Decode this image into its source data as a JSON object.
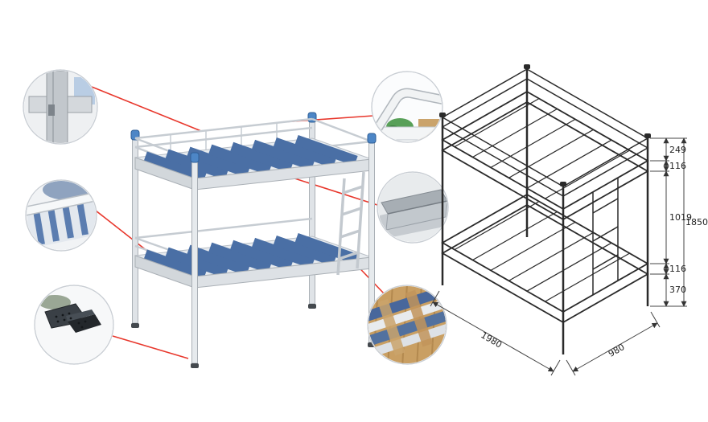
{
  "product": {
    "name": "metal-bunk-bed"
  },
  "colors": {
    "callout_line": "#e8372c",
    "frame_light": "#e9ecef",
    "frame_shadow": "#d3d8dc",
    "cap_blue": "#4d86c6",
    "slat_blue": "#4a6fa5",
    "wireframe": "#2a2a2a",
    "wood": "#c99f63"
  },
  "callouts": [
    {
      "name": "frame-joint-detail"
    },
    {
      "name": "corner-slat-detail"
    },
    {
      "name": "plastic-foot-detail"
    },
    {
      "name": "guardrail-bend-detail"
    },
    {
      "name": "ladder-bracket-detail"
    },
    {
      "name": "woven-slat-detail"
    }
  ],
  "dimensions": {
    "length": "1980",
    "width": "980",
    "total_height": "1850",
    "guardrail_height": "249",
    "upper_frame_depth": "116",
    "bunk_spacing": "1019",
    "lower_frame_depth": "116",
    "floor_clearance": "370"
  }
}
